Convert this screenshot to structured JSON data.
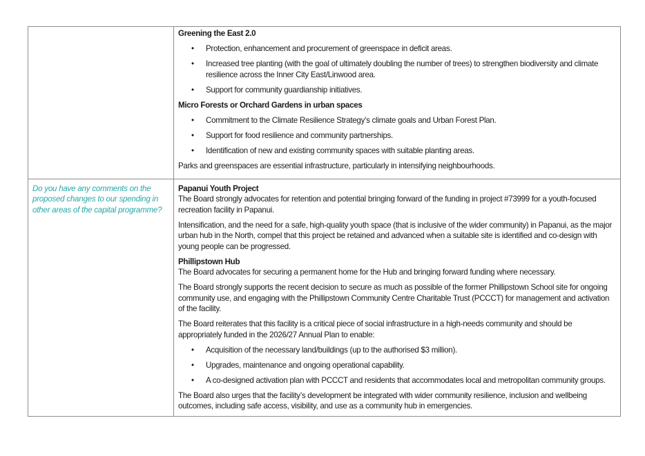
{
  "row1": {
    "sections": [
      {
        "heading": "Greening the East 2.0",
        "bullets": [
          "Protection, enhancement and procurement of greenspace in deficit areas.",
          "Increased tree planting (with the goal of ultimately doubling the number of trees) to strengthen biodiversity and climate resilience across the Inner City East/Linwood area.",
          "Support for community guardianship initiatives."
        ]
      },
      {
        "heading": "Micro Forests or Orchard Gardens in urban spaces",
        "bullets": [
          "Commitment to the Climate Resilience Strategy’s climate goals and Urban Forest Plan.",
          "Support for food resilience and community partnerships.",
          "Identification of new and existing community spaces with suitable planting areas."
        ]
      }
    ],
    "closing": "Parks and greenspaces are essential infrastructure, particularly in intensifying neighbourhoods."
  },
  "row2": {
    "question": "Do you have any comments on the proposed changes to our spending in other areas of the capital programme?",
    "papanui": {
      "heading": "Papanui Youth Project",
      "p1": "The Board strongly advocates for retention and potential bringing forward of the funding in project #73999 for a youth-focused recreation facility in Papanui.",
      "p2": "Intensification, and the need for a safe, high-quality youth space (that is inclusive of the wider community) in Papanui, as the major urban hub in the North, compel that this project be retained and advanced when a suitable site is identified and co-design with young people can be progressed."
    },
    "phillipstown": {
      "heading": "Phillipstown Hub",
      "p1": "The Board advocates for securing a permanent home for the Hub and bringing forward funding where necessary.",
      "p2": "The Board strongly supports the recent decision to secure as much as possible of the former Phillipstown School site for ongoing community use, and engaging with the Phillipstown Community Centre Charitable Trust (PCCCT) for management and activation of the facility.",
      "p3": "The Board reiterates that this facility is a critical piece of social infrastructure in a high-needs community and should be appropriately funded in the 2026/27 Annual Plan to enable:",
      "bullets": [
        "Acquisition of the necessary land/buildings (up to the authorised $3 million).",
        "Upgrades, maintenance and ongoing operational capability.",
        "A co-designed activation plan with PCCCT and residents that accommodates local and metropolitan community groups."
      ],
      "p4": "The Board also urges that the facility’s development be integrated with wider community resilience, inclusion and wellbeing outcomes, including safe access, visibility, and use as a community hub in emergencies."
    }
  }
}
